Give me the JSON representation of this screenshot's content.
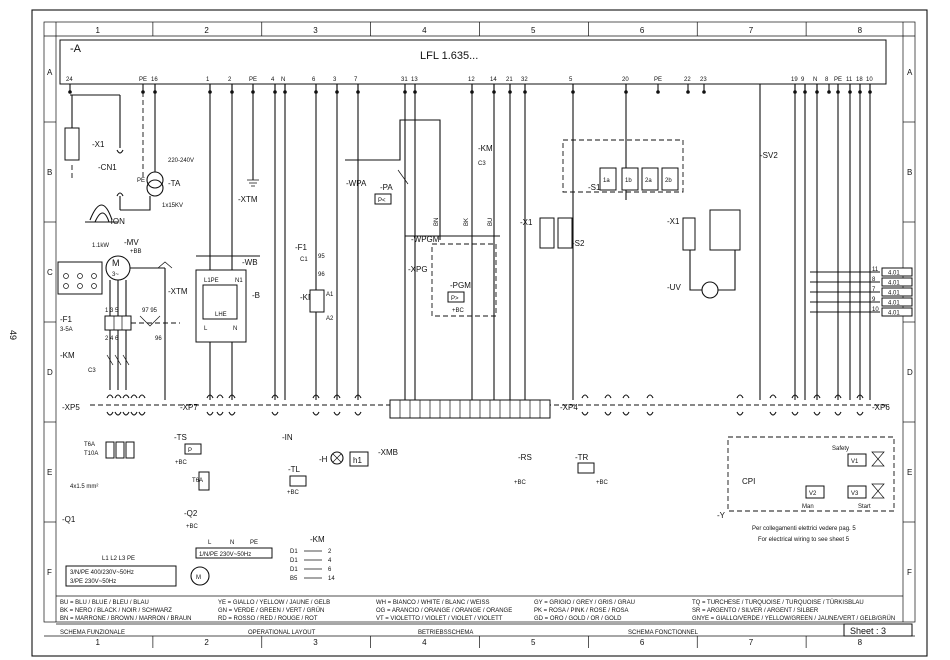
{
  "page_number": "49",
  "columns": [
    "1",
    "2",
    "3",
    "4",
    "5",
    "6",
    "7",
    "8"
  ],
  "rows": [
    "A",
    "B",
    "C",
    "D",
    "E",
    "F"
  ],
  "controller": {
    "ref": "-A",
    "model": "LFL 1.635..."
  },
  "top_terminals": [
    "24",
    "PE",
    "16",
    "1",
    "2",
    "PE",
    "4",
    "N",
    "6",
    "3",
    "7",
    "31",
    "13",
    "12",
    "14",
    "21",
    "32",
    "5",
    "20",
    "PE",
    "22",
    "23",
    "19",
    "9",
    "N",
    "8",
    "PE",
    "11",
    "18",
    "10"
  ],
  "components": {
    "x1_left": "-X1",
    "cn1": "-CN1",
    "ion": "-ION",
    "ta": "-TA",
    "ta_voltage": "220-240V",
    "ta_spec": "1x15KV",
    "xtm_top": "-XTM",
    "wb": "-WB",
    "b": "-B",
    "lhe": "LHE",
    "l1pe": "L1PE",
    "n1": "N1",
    "f1_mid": "-F1",
    "km_mid": "-KM",
    "c1": "C1",
    "wpa": "-WPA",
    "pa": "-PA",
    "wpgm": "-WPGM",
    "xpg": "-XPG",
    "pgm": "-PGM",
    "km_top": "-KM",
    "c3": "C3",
    "x1_mid": "-X1",
    "s2": "-S2",
    "s1": "-S1",
    "sv2": "-SV2",
    "x1_right": "-X1",
    "uv": "-UV",
    "mv": "-MV",
    "mv_power": "1.1kW",
    "xtm_c": "-XTM",
    "f1_left": "-F1",
    "f1_rating": "3-5A",
    "km_left": "-KM",
    "xp5": "-XP5",
    "xp7": "-XP7",
    "xmb": "-XMB",
    "xp4": "-XP4",
    "xp6": "-XP6",
    "ts": "-TS",
    "in": "-IN",
    "tl": "-TL",
    "h": "-H",
    "h1": "h1",
    "rs": "-RS",
    "tr": "-TR",
    "cpi": "CPI",
    "y": "-Y",
    "q1": "-Q1",
    "q2": "-Q2",
    "t6a": "T6A",
    "t10a": "T10A",
    "cable": "4x1.5 mm²",
    "bc": "+BC",
    "bb": "+BB",
    "v1": "V1",
    "v2": "V2",
    "v3": "V3",
    "safety": "Safety",
    "man": "Man",
    "start": "Start"
  },
  "supply_left": [
    "3/N/PE 400/230V~50Hz",
    "3/PE 230V~50Hz"
  ],
  "supply_mid": "1/N/PE 230V~50Hz",
  "km_legend": {
    "title": "-KM",
    "rows": [
      "D1",
      "D1",
      "D1",
      "B5"
    ],
    "pins": [
      "2",
      "4",
      "6",
      "14"
    ]
  },
  "right_arrows": [
    "11",
    "8",
    "7",
    "9",
    "10"
  ],
  "arrow_target": "4.01",
  "notes": [
    "Per collegamenti elettrici vedere pag. 5",
    "For electrical wiring to see sheet 5"
  ],
  "color_legend": [
    [
      "BU = BLU / BLUE / BLEU / BLAU",
      "BK = NERO / BLACK / NOIR / SCHWARZ",
      "BN = MARRONE / BROWN / MARRON / BRAUN"
    ],
    [
      "YE = GIALLO / YELLOW / JAUNE / GELB",
      "GN = VERDE / GREEN / VERT / GRÜN",
      "RD = ROSSO / RED / ROUGE / ROT"
    ],
    [
      "WH = BIANCO / WHITE / BLANC / WEISS",
      "OG = ARANCIO / ORANGE / ORANGE / ORANGE",
      "VT = VIOLETTO / VIOLET / VIOLET / VIOLETT"
    ],
    [
      "GY = GRIGIO / GREY / GRIS / GRAU",
      "PK = ROSA / PINK / ROSE / ROSA",
      "GD = ORO / GOLD / OR / GOLD"
    ],
    [
      "TQ = TURCHESE / TURQUOISE / TURQUOISE / TÜRKISBLAU",
      "SR = ARGENTO / SILVER / ARGENT / SILBER",
      "GNYE = GIALLO/VERDE / YELLOW/GREEN / JAUNE/VERT / GELB/GRÜN"
    ]
  ],
  "title_block": [
    "SCHEMA FUNZIONALE",
    "OPERATIONAL LAYOUT",
    "BETRIEBSSCHEMA",
    "SCHEMA FONCTIONNEL"
  ],
  "sheet": "Sheet : 3"
}
